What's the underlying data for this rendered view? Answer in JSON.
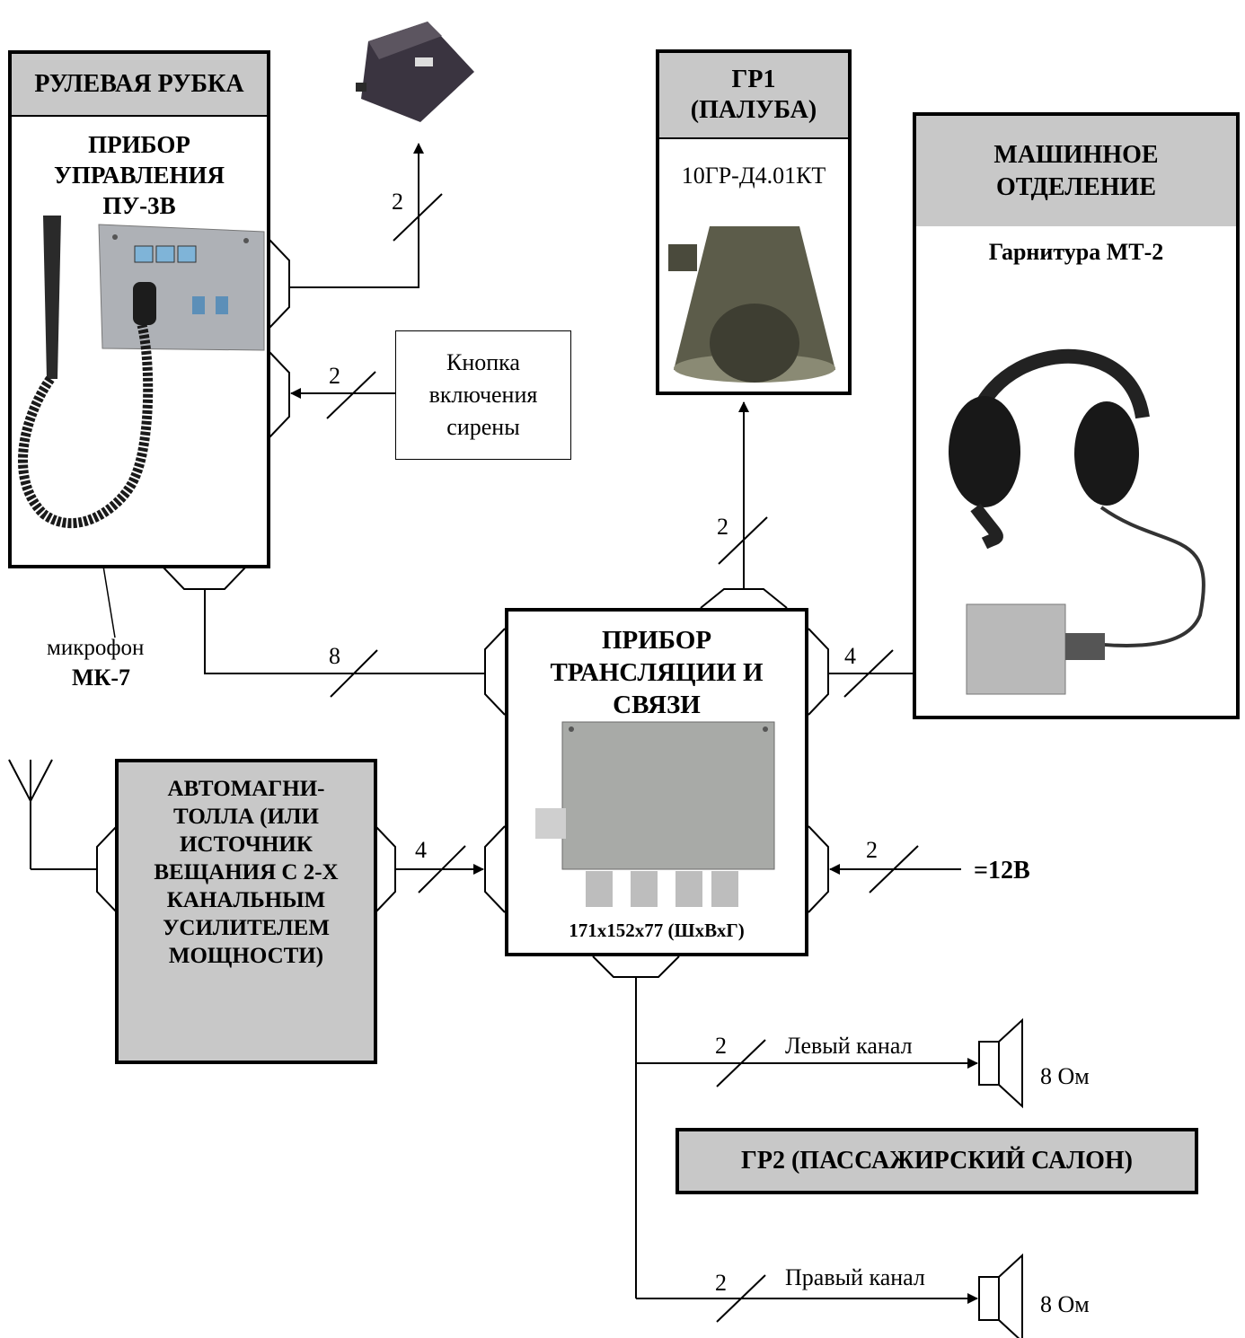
{
  "wheelhouse": {
    "title": "РУЛЕВАЯ РУБКА",
    "device_title": "ПРИБОР УПРАВЛЕНИЯ ПУ-3В",
    "microphone_caption": "микрофон",
    "microphone_model": "МК-7"
  },
  "siren_button": {
    "label": "Кнопка включения сирены"
  },
  "deck": {
    "title": "ГР1 (ПАЛУБА)",
    "speaker_model": "10ГР-Д4.01КТ"
  },
  "engine_room": {
    "title": "МАШИННОЕ ОТДЕЛЕНИЕ",
    "headset": "Гарнитура МТ-2"
  },
  "main_unit": {
    "title": "ПРИБОР ТРАНСЛЯЦИИ И СВЯЗИ",
    "dimensions": "171x152x77 (ШхВхГ)"
  },
  "source": {
    "title": "АВТОМАГНИ-ТОЛЛА (ИЛИ ИСТОЧНИК ВЕЩАНИЯ С 2-Х КАНАЛЬНЫМ УСИЛИТЕЛЕМ МОЩНОСТИ)"
  },
  "power": {
    "label": "=12В"
  },
  "salon": {
    "title": "ГР2 (ПАССАЖИРСКИЙ САЛОН)",
    "left_channel": "Левый канал",
    "right_channel": "Правый канал",
    "impedance": "8 Ом"
  },
  "wire_counts": {
    "loudspeaker": "2",
    "siren": "2",
    "deck": "2",
    "control": "8",
    "engine": "4",
    "source": "4",
    "power": "2",
    "left": "2",
    "right": "2"
  }
}
